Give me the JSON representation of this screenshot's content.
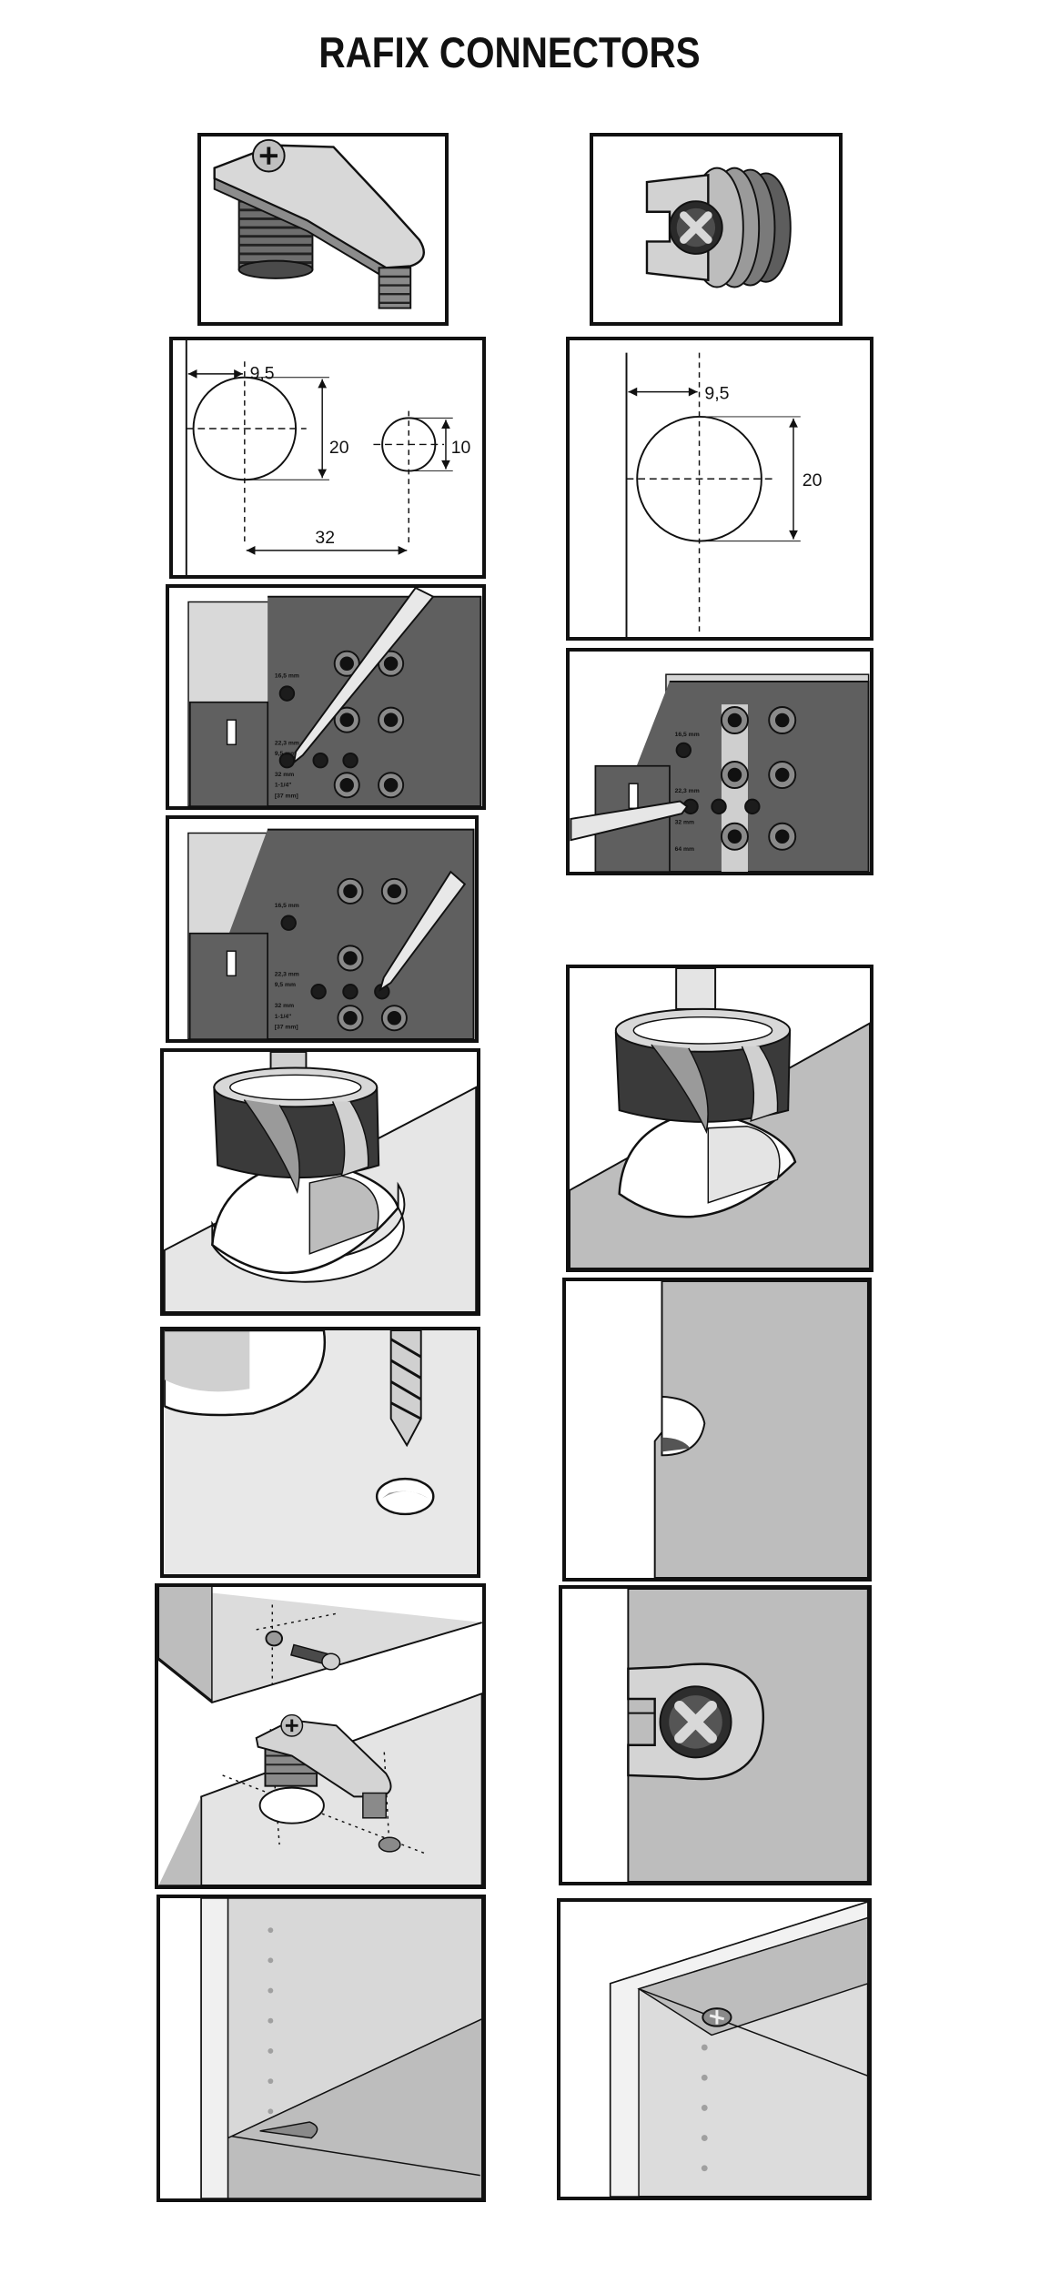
{
  "title": "RAFIX CONNECTORS",
  "dimensions": {
    "left_offset": "9,5",
    "left_big_diameter": "20",
    "left_small_diameter": "10",
    "left_spacing": "32",
    "right_offset": "9,5",
    "right_diameter": "20"
  },
  "jig_labels": {
    "a": "16,5 mm",
    "b": "22,3 mm",
    "c": "9,5 mm",
    "d": "32 mm",
    "e": "1-1/4\"",
    "f": "[37 mm]",
    "g": "64 mm",
    "h": "9,5 mm"
  },
  "colors": {
    "ink": "#111111",
    "light_gray": "#e4e4e4",
    "mid_gray": "#b7b7b7",
    "dark_gray": "#5d5d5d"
  }
}
